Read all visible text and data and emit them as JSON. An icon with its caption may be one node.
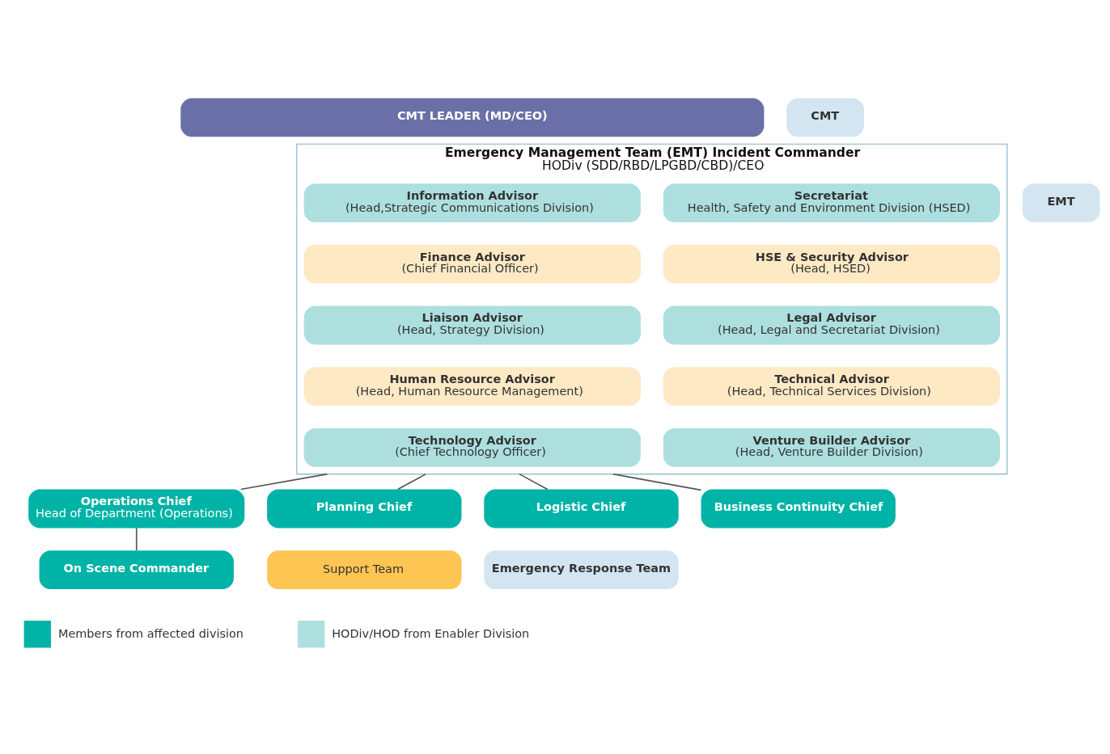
{
  "diagram": {
    "nodes": [
      {
        "text": [
          "CMT LEADER (MD/CEO)"
        ]
      },
      {
        "text": [
          "CMT"
        ]
      },
      {
        "text": [
          "Emergency Management Team (EMT) Incident Commander",
          "HODiv (SDD/RBD/LPGBD/CBD)/CEO"
        ]
      },
      {
        "text": [
          "EMT"
        ]
      },
      {
        "text": [
          "Information Advisor",
          "(Head,Strategic Communications Division)"
        ],
        "in": 2
      },
      {
        "text": [
          "Secretariat",
          "Health, Safety and Environment Division (HSED)"
        ],
        "in": 2
      },
      {
        "text": [
          "Finance Advisor",
          "(Chief Financial Officer)"
        ],
        "in": 2
      },
      {
        "text": [
          "HSE & Security Advisor",
          "(Head, HSED)"
        ],
        "in": 2
      },
      {
        "text": [
          "Liaison Advisor",
          "(Head, Strategy Division)"
        ],
        "in": 2
      },
      {
        "text": [
          "Legal Advisor",
          "(Head, Legal and Secretariat Division)"
        ],
        "in": 2
      },
      {
        "text": [
          "Human Resource Advisor",
          "(Head, Human Resource Management)"
        ],
        "in": 2
      },
      {
        "text": [
          "Technical Advisor",
          "(Head, Technical Services Division)"
        ],
        "in": 2
      },
      {
        "text": [
          "Technology Advisor",
          "(Chief Technology Officer)"
        ],
        "in": 2
      },
      {
        "text": [
          "Venture Builder Advisor",
          "(Head, Venture Builder Division)"
        ],
        "in": 2
      },
      {
        "text": [
          "Operations Chief",
          "Head of Department (Operations)"
        ]
      },
      {
        "text": [
          "Planning Chief"
        ]
      },
      {
        "text": [
          "Logistic Chief"
        ]
      },
      {
        "text": [
          "Business Continuity Chief"
        ]
      },
      {
        "text": [
          "On Scene Commander"
        ]
      },
      {
        "text": [
          "Support Team"
        ]
      },
      {
        "text": [
          "Emergency Response Team"
        ]
      }
    ],
    "edges": [
      {
        "from": 2,
        "to": 14,
        "arrow": "none"
      },
      {
        "from": 2,
        "to": 15,
        "arrow": "none"
      },
      {
        "from": 2,
        "to": 16,
        "arrow": "none"
      },
      {
        "from": 2,
        "to": 17,
        "arrow": "none"
      },
      {
        "from": 14,
        "to": 18,
        "arrow": "none"
      }
    ],
    "legend": [
      {
        "text": "Members from affected division",
        "color": "#00b3a7"
      },
      {
        "text": "HODiv/HOD from Enabler Division",
        "color": "#addfdf"
      }
    ]
  }
}
